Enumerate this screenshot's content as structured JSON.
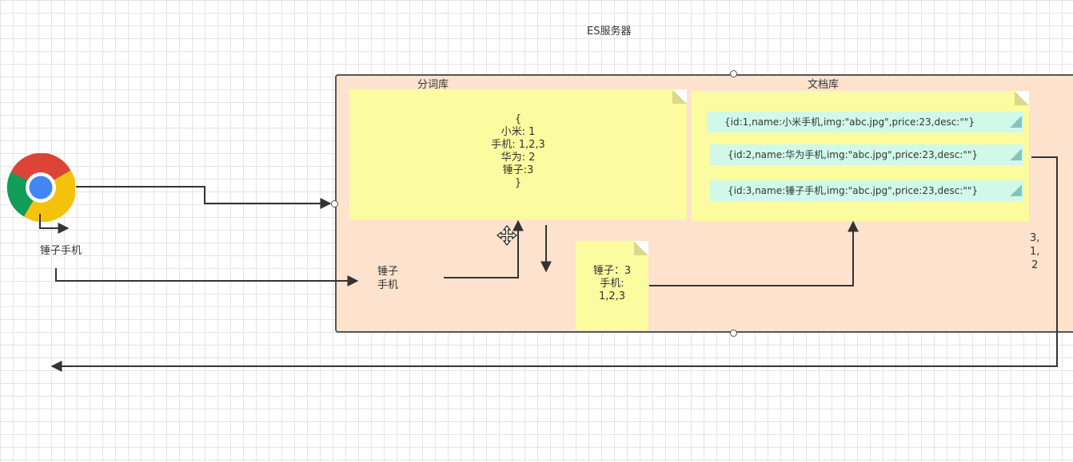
{
  "diagram": {
    "title": "ES服务器",
    "client": {
      "icon": "chrome-browser-icon",
      "query": "锤子手机"
    },
    "analyzer_section_label": "分词库",
    "document_section_label": "文档库",
    "inverted_index": {
      "open_brace": "{",
      "entries": [
        "小米: 1",
        "手机: 1,2,3",
        "华为: 2",
        "锤子:3"
      ],
      "close_brace": "}"
    },
    "documents": [
      "{id:1,name:小米手机,img:\"abc.jpg\",price:23,desc:\"\"}",
      "{id:2,name:华为手机,img:\"abc.jpg\",price:23,desc:\"\"}",
      "{id:3,name:锤子手机,img:\"abc.jpg\",price:23,desc:\"\"}"
    ],
    "tokens": [
      "锤子",
      "手机"
    ],
    "lookup_result": [
      "锤子：3",
      "手机:",
      "1,2,3"
    ],
    "result_ids": [
      "3,",
      "1,",
      "2"
    ]
  },
  "colors": {
    "server_fill": "#fde3cd",
    "note_yellow": "#fbfb9f",
    "doc_green": "#d1f9ea",
    "arrow": "#333333"
  }
}
